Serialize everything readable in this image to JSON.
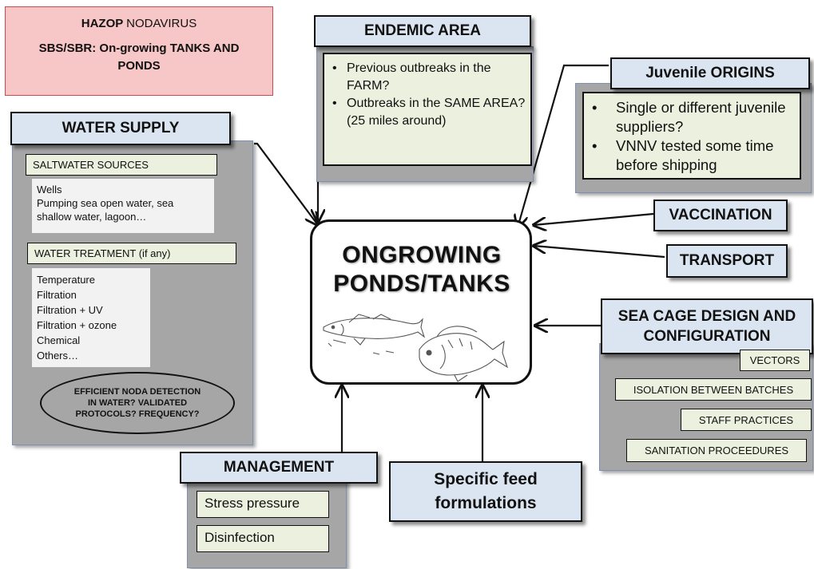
{
  "hazop": {
    "title_prefix": "HAZOP",
    "title_suffix": "NODAVIRUS",
    "subtitle": "SBS/SBR: On-growing TANKS AND PONDS"
  },
  "endemic_area": {
    "title": "ENDEMIC AREA",
    "items": [
      "Previous outbreaks in the FARM?",
      "Outbreaks in the SAME AREA? (25 miles around)"
    ]
  },
  "juvenile_origins": {
    "title": "Juvenile ORIGINS",
    "items": [
      "Single or different juvenile suppliers?",
      "VNNV tested some time before shipping"
    ]
  },
  "water_supply": {
    "title": "WATER SUPPLY",
    "saltwater_label": "SALTWATER SOURCES",
    "saltwater_text": "Wells\nPumping sea open water, sea shallow water, lagoon…",
    "treatment_label": "WATER TREATMENT (if any)",
    "treatment_items": [
      "Temperature",
      "Filtration",
      "Filtration + UV",
      "Filtration + ozone",
      "Chemical",
      "Others…"
    ],
    "detection_text": "EFFICIENT NODA DETECTION IN WATER? VALIDATED PROTOCOLS? FREQUENCY?"
  },
  "center": {
    "title": "ONGROWING PONDS/TANKS"
  },
  "vaccination": {
    "title": "VACCINATION"
  },
  "transport": {
    "title": "TRANSPORT"
  },
  "sea_cage": {
    "title": "SEA CAGE DESIGN AND CONFIGURATION",
    "items": [
      "VECTORS",
      "ISOLATION BETWEEN BATCHES",
      "STAFF PRACTICES",
      "SANITATION PROCEEDURES"
    ]
  },
  "management": {
    "title": "MANAGEMENT",
    "items": [
      "Stress pressure",
      "Disinfection"
    ]
  },
  "feed": {
    "title": "Specific feed formulations"
  },
  "colors": {
    "header_fill": "#dbe5f1",
    "panel_fill": "#a6a6a6",
    "note_fill": "#ebf1de",
    "hazop_fill": "#f7c6c7"
  }
}
